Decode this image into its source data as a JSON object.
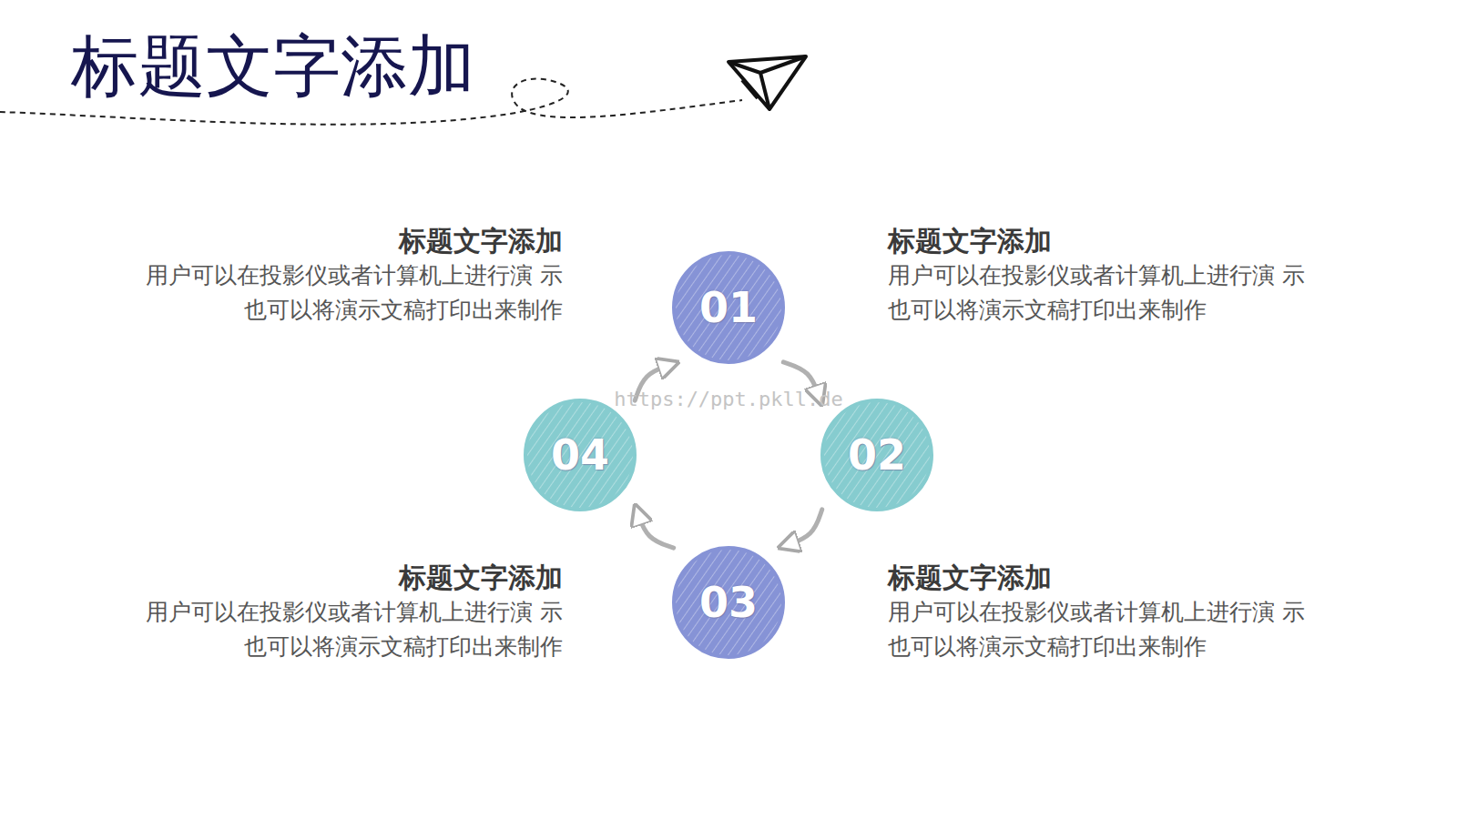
{
  "diagram": {
    "title": "标题文字添加",
    "nodes": [
      {
        "text": [
          "01"
        ]
      },
      {
        "text": [
          "02"
        ]
      },
      {
        "text": [
          "03"
        ]
      },
      {
        "text": [
          "04"
        ]
      }
    ],
    "edges": [
      {
        "from": 0,
        "to": 1,
        "arrow": "to"
      },
      {
        "from": 1,
        "to": 2,
        "arrow": "to"
      },
      {
        "from": 2,
        "to": 3,
        "arrow": "to"
      },
      {
        "from": 3,
        "to": 0,
        "arrow": "to"
      }
    ],
    "labels": [
      "标题文字添加",
      "用户可以在投影仪或者计算机上进行演 示也可以将演示文稿打印出来制作",
      "标题文字添加",
      "用户可以在投影仪或者计算机上进行演 示也可以将演示文稿打印出来制作",
      "标题文字添加",
      "用户可以在投影仪或者计算机上进行演 示也可以将演示文稿打印出来制作",
      "标题文字添加",
      "用户可以在投影仪或者计算机上进行演 示也可以将演示文稿打印出来制作",
      "https://ppt.pkll.de"
    ]
  }
}
